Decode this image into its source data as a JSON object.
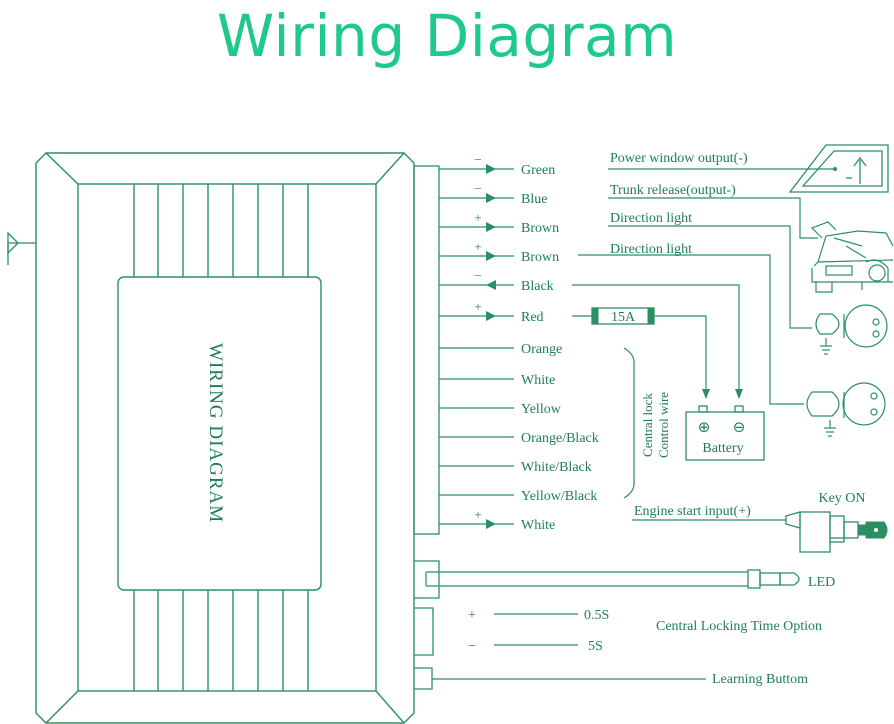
{
  "title": "Wiring Diagram",
  "colors": {
    "title": "#1fc98a",
    "line": "#2c8f63",
    "text": "#1f7e57"
  },
  "module": {
    "label": "WIRING DIAGRAM"
  },
  "wires": [
    {
      "sign": "−",
      "color": "Green",
      "function": "Power window output(-)"
    },
    {
      "sign": "−",
      "color": "Blue",
      "function": "Trunk release(output-)"
    },
    {
      "sign": "+",
      "color": "Brown",
      "function": "Direction light"
    },
    {
      "sign": "+",
      "color": "Brown",
      "function": "Direction light"
    },
    {
      "sign": "−",
      "color": "Black",
      "function": ""
    },
    {
      "sign": "+",
      "color": "Red",
      "function": ""
    },
    {
      "sign": "",
      "color": "Orange",
      "function": ""
    },
    {
      "sign": "",
      "color": "White",
      "function": ""
    },
    {
      "sign": "",
      "color": "Yellow",
      "function": ""
    },
    {
      "sign": "",
      "color": "Orange/Black",
      "function": ""
    },
    {
      "sign": "",
      "color": "White/Black",
      "function": ""
    },
    {
      "sign": "",
      "color": "Yellow/Black",
      "function": ""
    },
    {
      "sign": "+",
      "color": "White",
      "function": "Engine start input(+)"
    }
  ],
  "fuse": {
    "label": "15A"
  },
  "battery": {
    "label": "Battery",
    "plus": "⊕",
    "minus": "⊖"
  },
  "central_lock": {
    "line1": "Central lock",
    "line2": "Control wire"
  },
  "key": {
    "label": "Key ON"
  },
  "led": {
    "label": "LED"
  },
  "time_option": {
    "plus": "+",
    "minus": "−",
    "short": "0.5S",
    "long": "5S",
    "label": "Central Locking Time Option"
  },
  "learning": {
    "label": "Learning Buttom"
  }
}
